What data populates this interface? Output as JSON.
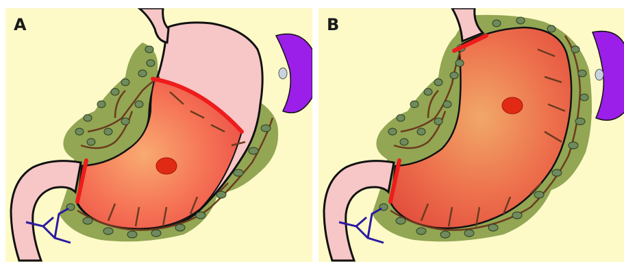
{
  "panels": [
    {
      "label": "A",
      "resection": "distal"
    },
    {
      "label": "B",
      "resection": "total"
    }
  ],
  "colors": {
    "background": "#fdfac8",
    "stomach": "#f7c6c6",
    "resected": "#f24e3a",
    "lymph_region": "#6d8a2c",
    "lymph_node": "#6f8a5c",
    "vessel": "#6b3b1e",
    "spleen": "#9b1fe8",
    "cut_line": "#ee1c1c",
    "pancreatic_duct": "#2a1aa0"
  },
  "icons": {
    "lymph_node": "oval-node",
    "spleen": "spleen-shape",
    "tumor": "oval-tumor"
  }
}
